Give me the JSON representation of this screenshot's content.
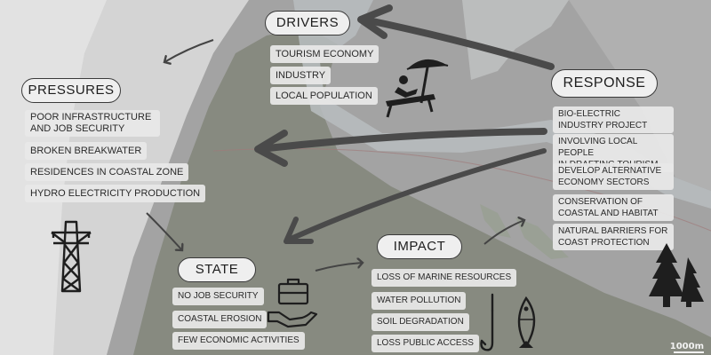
{
  "drivers": {
    "title": "DRIVERS",
    "items": [
      "TOURISM ECONOMY",
      "INDUSTRY",
      "LOCAL POPULATION"
    ]
  },
  "pressures": {
    "title": "PRESSURES",
    "items": [
      "POOR INFRASTRUCTURE\nAND  JOB SECURITY",
      "BROKEN BREAKWATER",
      "RESIDENCES IN COASTAL ZONE",
      "HYDRO ELECTRICITY PRODUCTION"
    ]
  },
  "state": {
    "title": "STATE",
    "items": [
      "NO JOB SECURITY",
      "COASTAL EROSION",
      "FEW ECONOMIC ACTIVITIES"
    ]
  },
  "impact": {
    "title": "IMPACT",
    "items": [
      "LOSS OF MARINE RESOURCES",
      "WATER POLLUTION",
      "SOIL DEGRADATION",
      "LOSS PUBLIC ACCESS"
    ]
  },
  "response": {
    "title": "RESPONSE",
    "items": [
      "BIO-ELECTRIC\nINDUSTRY PROJECT",
      "INVOLVING LOCAL PEOPLE\nIN DRAFTING TOURISM",
      "DEVELOP ALTERNATIVE\nECONOMY SECTORS",
      "CONSERVATION OF\nCOASTAL AND HABITAT",
      "NATURAL BARRIERS FOR\nCOAST PROTECTION"
    ]
  },
  "map": {
    "scale_label": "1000m"
  },
  "icons": {
    "drivers": "beach-lounger-umbrella-icon",
    "pressures": "power-pylon-icon",
    "state": "briefcase-hand-icon",
    "impact": "fishhook-fish-icon",
    "response": "pine-trees-icon"
  },
  "colors": {
    "background": "#9a9a9a",
    "land": "#878a80",
    "river": "#b8bdbf",
    "label_bg": "#e8e8e8",
    "arrow": "#4a4a4a"
  }
}
